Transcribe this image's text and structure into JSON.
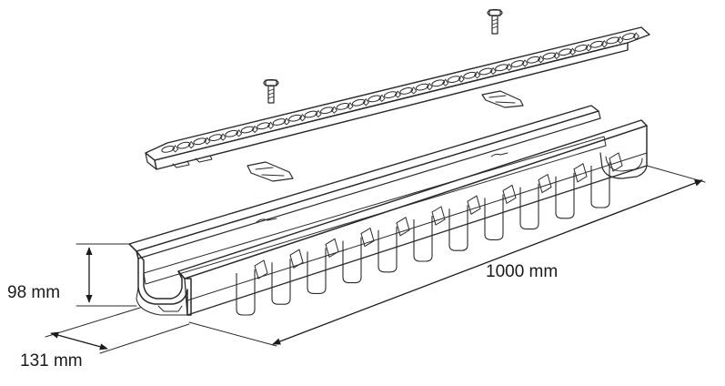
{
  "dimensions": {
    "height": "98 mm",
    "width": "131 mm",
    "length": "1000 mm"
  },
  "colors": {
    "line": "#2a2a2a",
    "fill": "#ffffff",
    "background": "#ffffff"
  },
  "parts": {
    "grate_holes": 30,
    "channel_ribs": 11
  }
}
